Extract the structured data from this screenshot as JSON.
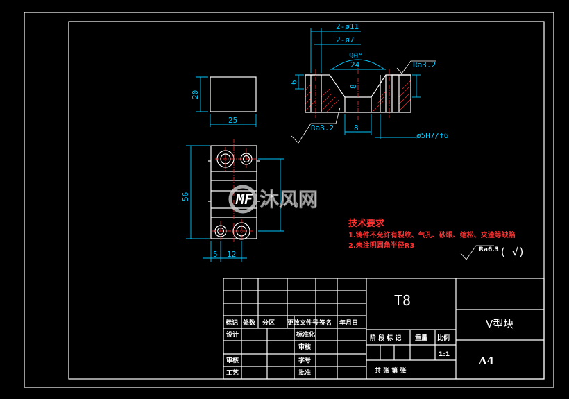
{
  "dims": {
    "top_width": "25",
    "top_height": "20",
    "hole_large": "2-ø11",
    "hole_small": "2-ø7",
    "angle": "90°",
    "groove_width": "24",
    "depth": "6",
    "section_offset": "8",
    "tolerance_fit": "ø5H7/f6",
    "section_mid": "8",
    "front_height": "56",
    "front_w1": "5",
    "front_w2": "12",
    "rough_1": "Ra3.2",
    "rough_2": "Ra3.2",
    "rough_3": "Ra6.3",
    "section_height": "8"
  },
  "watermark": "沐风网",
  "tech": {
    "title": "技术要求",
    "line1": "1.铸件不允许有裂纹、气孔、砂眼、缩松、夹渣等缺陷",
    "line2": "2.未注明圆角半径R3",
    "rough_paren": "( √)"
  },
  "title_block": {
    "material": "T8",
    "part_name": "V型块",
    "sheet": "A4",
    "scale_value": "1:1",
    "row_headers": [
      "标记",
      "处数",
      "分区",
      "更改文件号",
      "签名",
      "年月日"
    ],
    "design": "设计",
    "standard": "标准化",
    "review": "审核",
    "process": "工艺",
    "audit": "审核",
    "approve": "批准",
    "stage_mark": "阶 段 标 记",
    "weight": "重量",
    "scale": "比例",
    "sheets": "共  张  第  张"
  }
}
